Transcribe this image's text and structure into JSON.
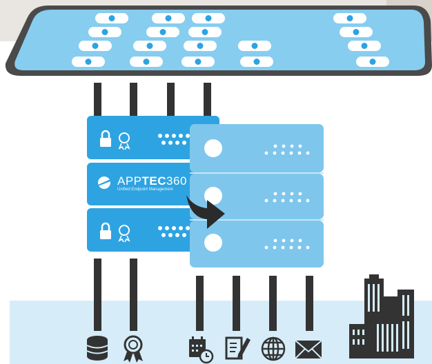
{
  "brand": {
    "name_light": "APP",
    "name_bold": "TEC",
    "name_suffix": "360",
    "tagline": "Unified Endpoint Management"
  },
  "colors": {
    "tablet_screen": "#87cdef",
    "tablet_frame": "#4a4a4a",
    "server_primary": "#2ea3e1",
    "server_secondary": "#7fc6ec",
    "floor": "#d6ecf8",
    "connector": "#333333",
    "icon_dark": "#333333"
  },
  "tablet_apps": [
    "play-app-icon",
    "forward-app-icon",
    "user-app-icon",
    "phone-app-icon",
    "cloud-app-icon",
    "folder-app-icon",
    "chat-app-icon",
    "search-app-icon",
    "card-app-icon",
    "medical-app-icon",
    "video-app-icon",
    "photo-app-icon",
    "wifi-app-icon",
    "sim-app-icon",
    "glasses-app-icon",
    "location-app-icon",
    "globe-app-icon",
    "mail-app-icon"
  ],
  "bottom_icons": [
    "database-icon",
    "certificate-icon",
    "calendar-clock-icon",
    "document-edit-icon",
    "globe-icon",
    "mail-icon"
  ]
}
